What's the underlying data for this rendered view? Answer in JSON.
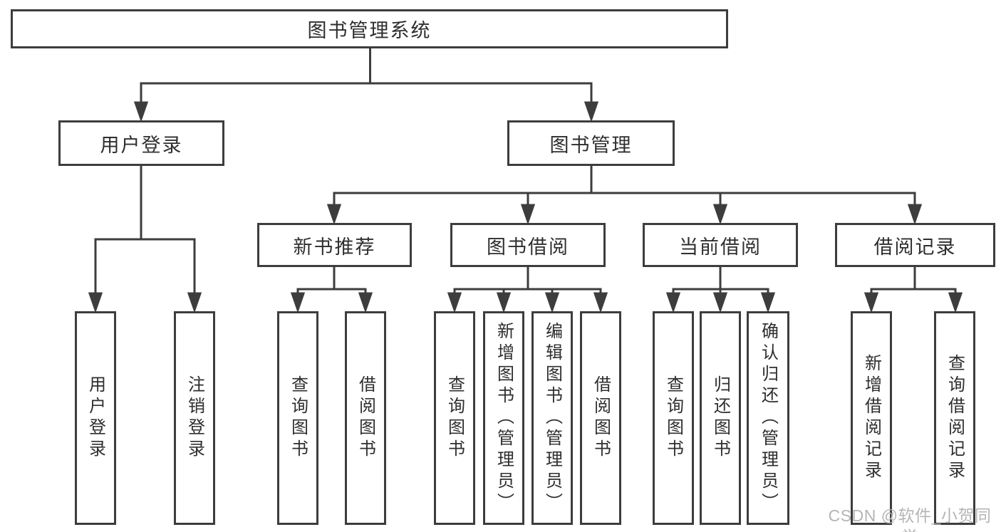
{
  "diagram": {
    "type": "tree",
    "title": "图书管理系统",
    "nodes": {
      "root": "图书管理系统",
      "user_login": "用户登录",
      "book_management": "图书管理",
      "login": "用户登录",
      "logout": "注销登录",
      "new_book_recommend": "新书推荐",
      "book_borrow": "图书借阅",
      "current_borrow": "当前借阅",
      "borrow_records": "借阅记录",
      "rec_query_books": "查询图书",
      "rec_borrow_books": "借阅图书",
      "bb_query_books": "查询图书",
      "bb_add_books_admin": "新增图书（管理员）",
      "bb_edit_books_admin": "编辑图书（管理员）",
      "bb_borrow_books": "借阅图书",
      "cb_query_books": "查询图书",
      "cb_return_books": "归还图书",
      "cb_confirm_return_admin": "确认归还（管理员）",
      "br_add_record": "新增借阅记录",
      "br_query_record": "查询借阅记录"
    },
    "hierarchy": {
      "图书管理系统": [
        "用户登录",
        "图书管理"
      ],
      "用户登录": [
        "用户登录",
        "注销登录"
      ],
      "图书管理": [
        "新书推荐",
        "图书借阅",
        "当前借阅",
        "借阅记录"
      ],
      "新书推荐": [
        "查询图书",
        "借阅图书"
      ],
      "图书借阅": [
        "查询图书",
        "新增图书（管理员）",
        "编辑图书（管理员）",
        "借阅图书"
      ],
      "当前借阅": [
        "查询图书",
        "归还图书",
        "确认归还（管理员）"
      ],
      "借阅记录": [
        "新增借阅记录",
        "查询借阅记录"
      ]
    },
    "colors": {
      "line": "#3d3d3d",
      "text": "#2e2e2e",
      "box_fill": "#ffffff",
      "background": "#ffffff",
      "watermark_text": "#b5b5b5"
    },
    "watermark": {
      "text": "CSDN @软件_小贺同学"
    }
  }
}
